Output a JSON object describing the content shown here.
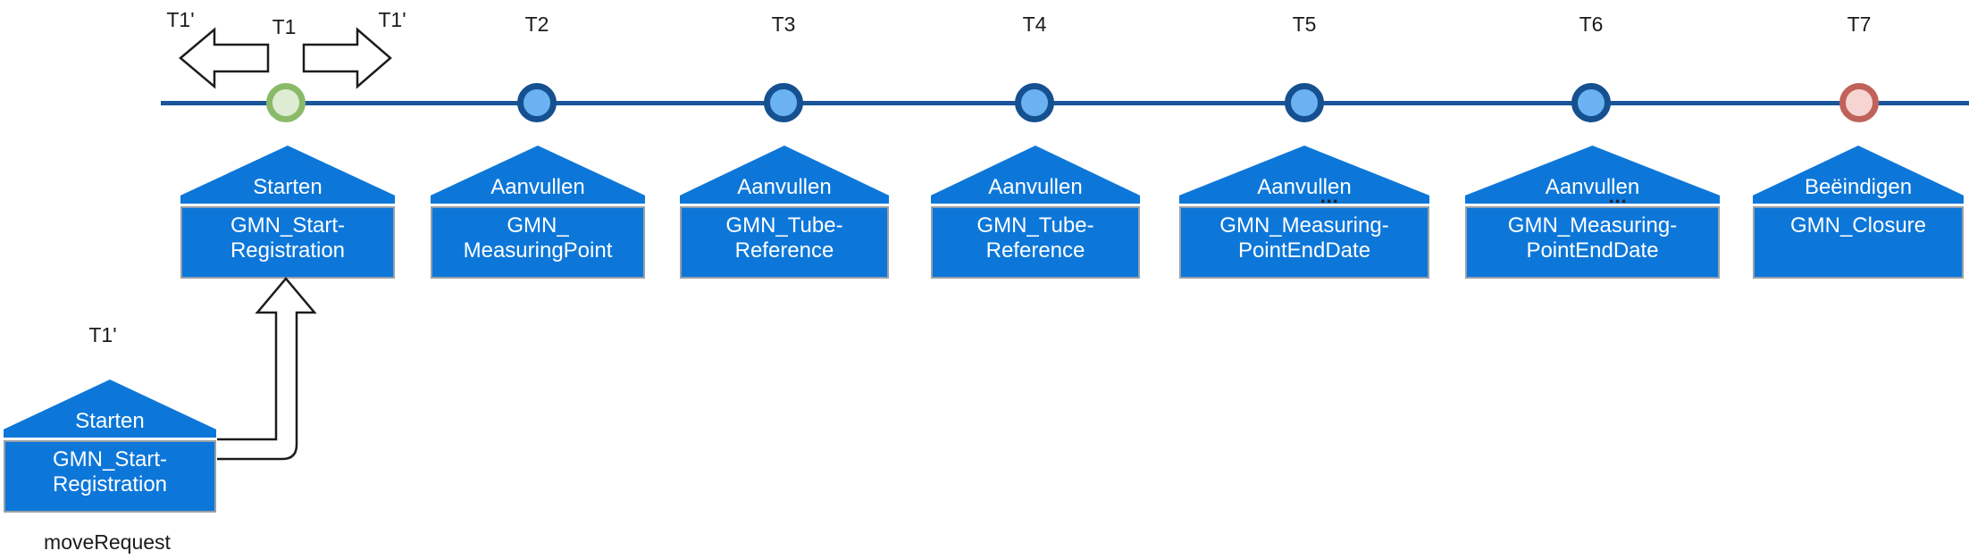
{
  "colors": {
    "house_fill": "#0d77d9",
    "house_body_border": "#98a0a8",
    "house_text": "#ffffff",
    "axis_line": "#1a559c",
    "node_blue_border": "#155090",
    "node_blue_fill": "#6ab2f2",
    "node_green_border": "#8aba68",
    "node_green_fill": "#ddecd3",
    "node_red_border": "#c0625a",
    "node_red_fill": "#f6d4d1",
    "label_text": "#1b1b1b"
  },
  "timeline": {
    "markers": [
      {
        "label": "T1",
        "state": "start",
        "house": {
          "roof": "Starten",
          "body": [
            "GMN_Start-",
            "Registration"
          ]
        }
      },
      {
        "label": "T2",
        "state": "mid",
        "house": {
          "roof": "Aanvullen",
          "body": [
            "GMN_",
            "MeasuringPoint"
          ]
        }
      },
      {
        "label": "T3",
        "state": "mid",
        "house": {
          "roof": "Aanvullen",
          "body": [
            "GMN_Tube-",
            "Reference"
          ]
        }
      },
      {
        "label": "T4",
        "state": "mid",
        "house": {
          "roof": "Aanvullen",
          "body": [
            "GMN_Tube-",
            "Reference"
          ]
        }
      },
      {
        "label": "T5",
        "state": "mid",
        "house": {
          "roof": "Aanvullen",
          "dots": "…",
          "body": [
            "GMN_Measuring-",
            "PointEndDate"
          ]
        }
      },
      {
        "label": "T6",
        "state": "mid",
        "house": {
          "roof": "Aanvullen",
          "dots": "…",
          "body": [
            "GMN_Measuring-",
            "PointEndDate"
          ]
        }
      },
      {
        "label": "T7",
        "state": "end",
        "house": {
          "roof": "Beëindigen",
          "body": [
            "GMN_Closure"
          ]
        }
      }
    ]
  },
  "move_control": {
    "left_label": "T1'",
    "center_label": "T1",
    "right_label": "T1'"
  },
  "move_request": {
    "label": "T1'",
    "house": {
      "roof": "Starten",
      "body": [
        "GMN_Start-",
        "Registration"
      ]
    },
    "caption": "moveRequest"
  }
}
